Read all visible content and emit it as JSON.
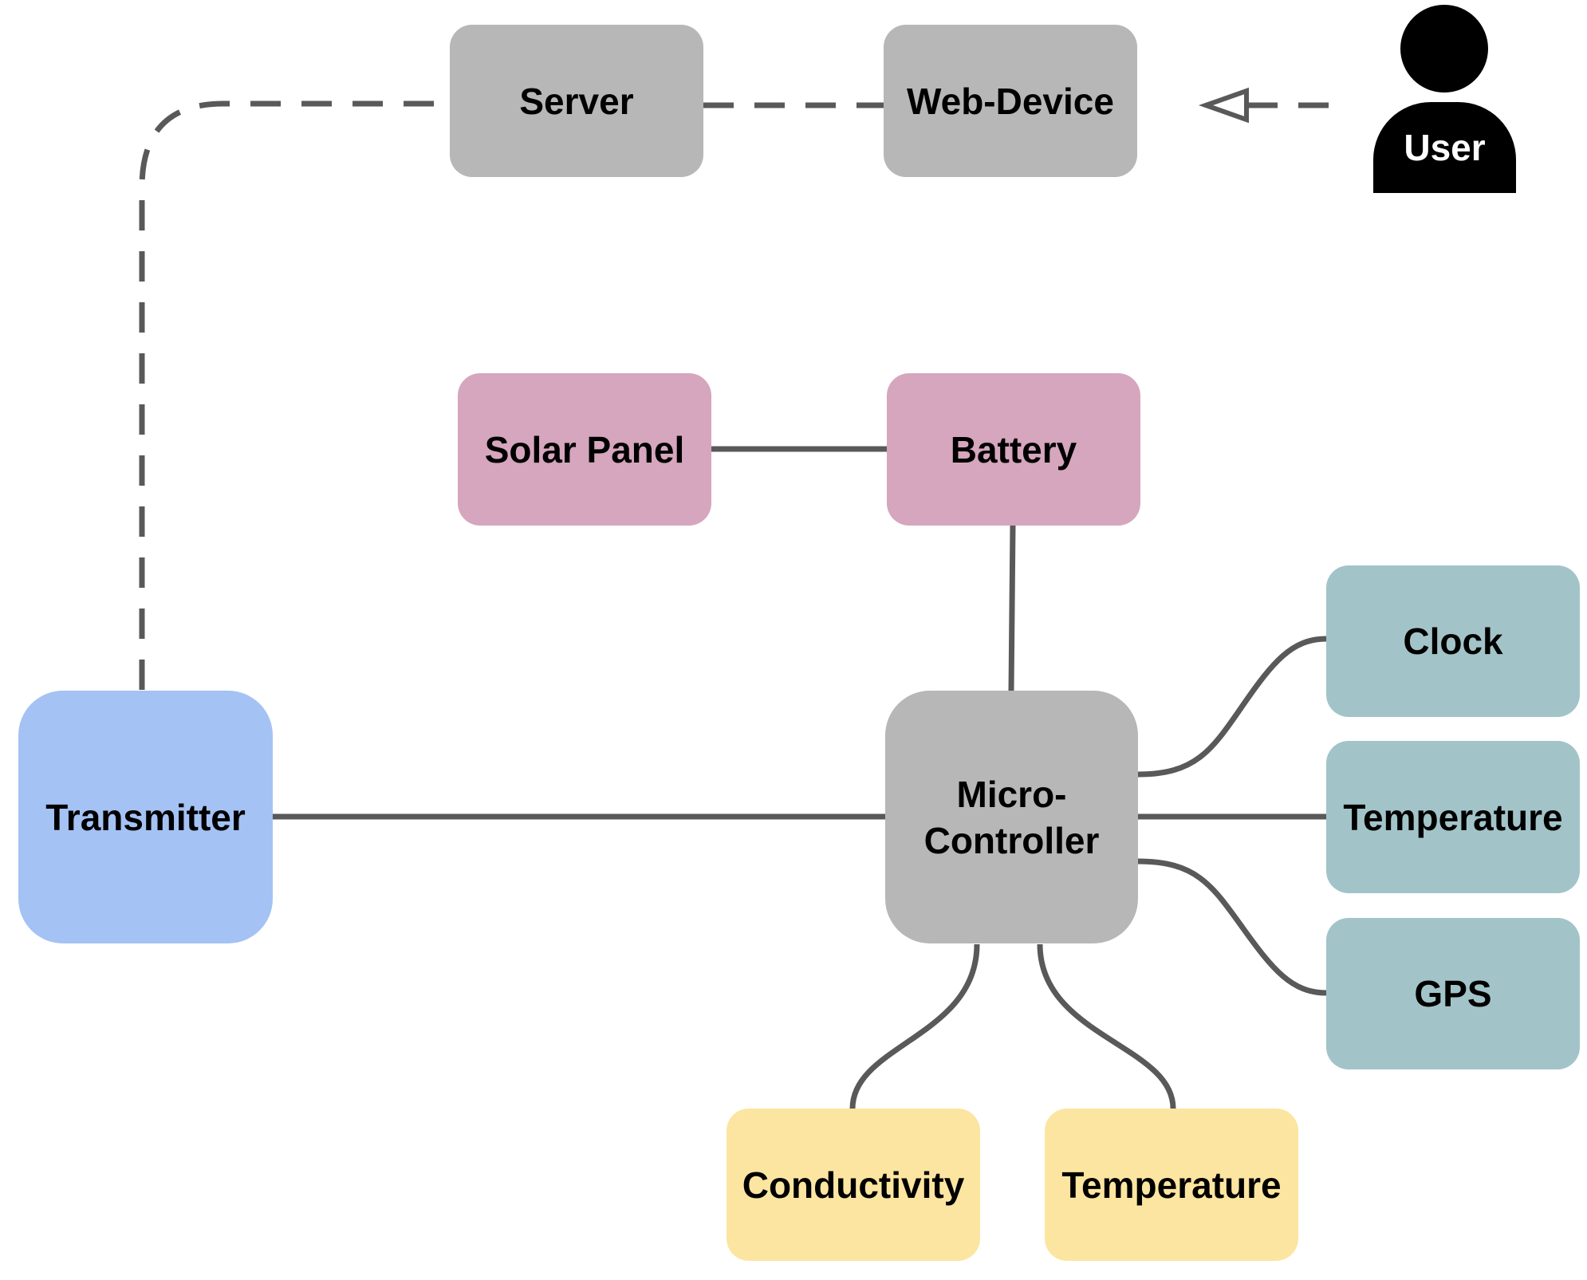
{
  "colors": {
    "gray": "#b7b7b7",
    "pink": "#d5a6bd",
    "teal": "#a2c4c9",
    "blue": "#a4c2f4",
    "yellow": "#fce5a0",
    "line": "#595959",
    "user": "#000000"
  },
  "nodes": {
    "server": "Server",
    "web_device": "Web-Device",
    "user": "User",
    "solar_panel": "Solar Panel",
    "battery": "Battery",
    "transmitter": "Transmitter",
    "microcontroller": "Micro-\nController",
    "clock": "Clock",
    "temperature_right": "Temperature",
    "gps": "GPS",
    "conductivity": "Conductivity",
    "temperature_bottom": "Temperature"
  },
  "icons": {
    "user": "person-icon"
  }
}
